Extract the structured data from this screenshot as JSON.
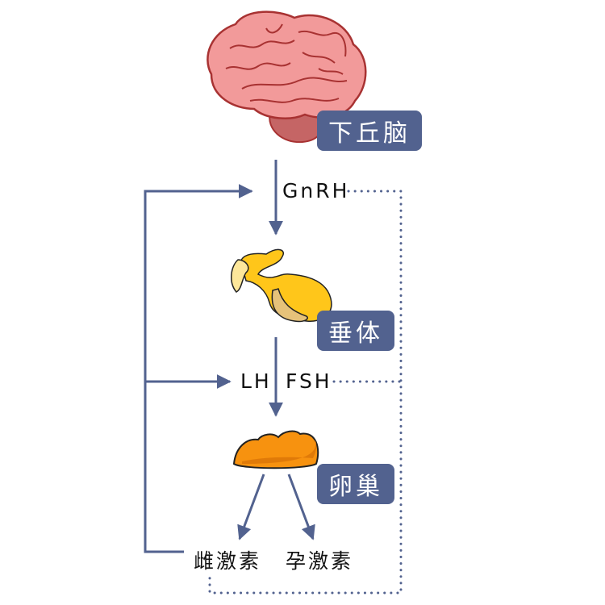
{
  "colors": {
    "line": "#52628f",
    "badge_bg": "#52628f",
    "badge_text": "#ffffff",
    "brain_fill": "#f29a9a",
    "brain_stroke": "#a83232",
    "brain_stem": "#c56565",
    "pituitary_fill": "#ffc61a",
    "pituitary_shade": "#e6c27a",
    "pituitary_light": "#fde79a",
    "ovary_fill": "#f7920f",
    "ovary_shade": "#e07a08"
  },
  "organs": {
    "hypothalamus": "下丘脑",
    "pituitary": "垂体",
    "ovary": "卵巢"
  },
  "hormones": {
    "gnrh": "GnRH",
    "lh": "LH",
    "fsh": "FSH",
    "estrogen": "雌激素",
    "progesterone": "孕激素"
  },
  "icons": [
    "brain-icon",
    "pituitary-icon",
    "ovary-icon"
  ]
}
